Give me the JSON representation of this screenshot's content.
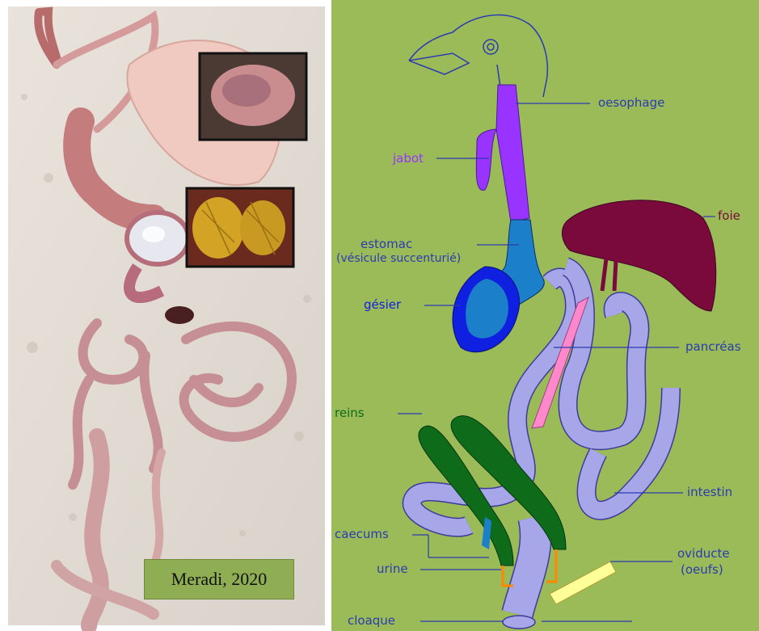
{
  "photo": {
    "caption": "Meradi, 2020"
  },
  "diagram": {
    "labels": {
      "oesophage": "oesophage",
      "jabot": "jabot",
      "foie": "foie",
      "estomac": "estomac",
      "estomac_sub": "(vésicule succenturié)",
      "gesier": "gésier",
      "pancreas": "pancréas",
      "reins": "reins",
      "intestin": "intestin",
      "caecums": "caecums",
      "urine": "urine",
      "oviducte": "oviducte",
      "oviducte_sub": "(oeufs)",
      "cloaque": "cloaque"
    },
    "colors": {
      "background": "#9bbb59",
      "oesophage_jabot": "#9933ff",
      "foie": "#7a0a3c",
      "estomac": "#1c7fc9",
      "gesier": "#1020e0",
      "pancreas": "#ff88cc",
      "reins": "#0d6b1a",
      "intestin": "#a7a6e8",
      "oviducte": "#ffff99",
      "urine": "#ff8800"
    }
  }
}
